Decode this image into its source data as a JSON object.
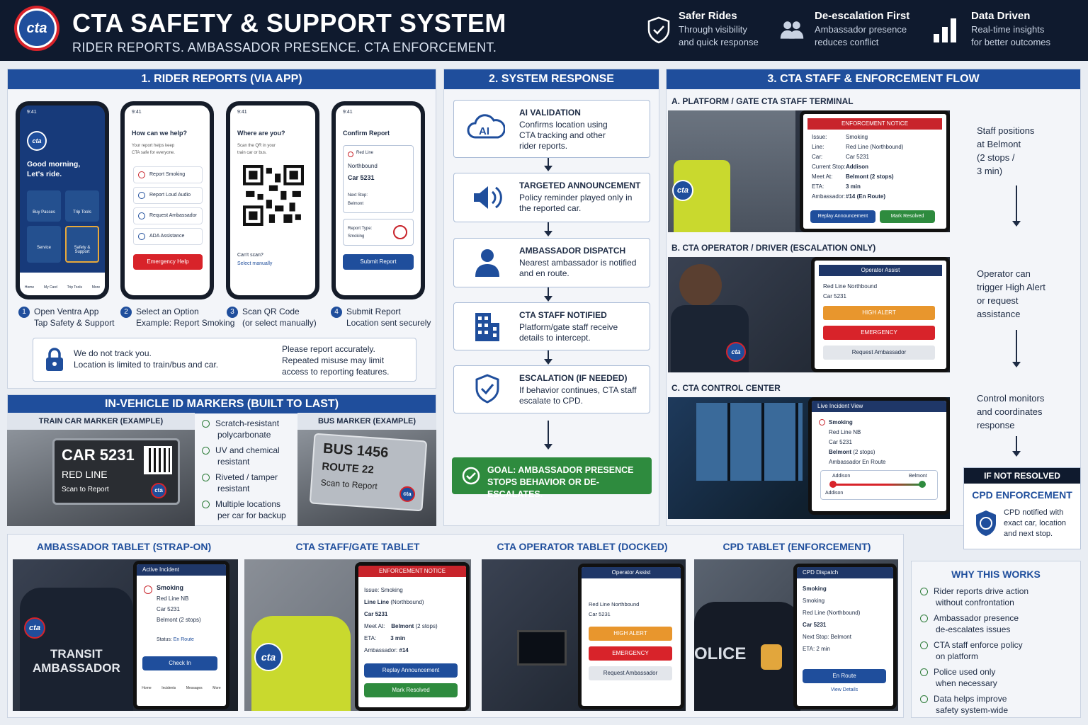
{
  "header": {
    "logo": "cta",
    "title": "CTA SAFETY & SUPPORT SYSTEM",
    "subtitle": "RIDER REPORTS. AMBASSADOR PRESENCE. CTA ENFORCEMENT.",
    "pillars": [
      {
        "icon": "shield-check-icon",
        "title": "Safer Rides",
        "line1": "Through visibility",
        "line2": "and quick response"
      },
      {
        "icon": "people-icon",
        "title": "De-escalation First",
        "line1": "Ambassador presence",
        "line2": "reduces conflict"
      },
      {
        "icon": "bar-chart-icon",
        "title": "Data Driven",
        "line1": "Real-time insights",
        "line2": "for better outcomes"
      }
    ]
  },
  "rider_reports": {
    "heading": "1. RIDER REPORTS (VIA APP)",
    "phone1": {
      "time": "9:41",
      "logo": "cta",
      "greeting1": "Good morning,",
      "greeting2": "Let's ride.",
      "tiles": [
        "Buy Passes",
        "Trip Tools",
        "Service",
        "Safety & Support"
      ],
      "nav": [
        "Home",
        "My Card",
        "Trip Tools",
        "More"
      ]
    },
    "phone2": {
      "time": "9:41",
      "title": "How can we help?",
      "desc1": "Your report helps keep",
      "desc2": "CTA safe for everyone.",
      "options": [
        "Report Smoking",
        "Report Loud Audio",
        "Request Ambassador",
        "ADA Assistance"
      ],
      "emergency": "Emergency Help"
    },
    "phone3": {
      "time": "9:41",
      "title": "Where are you?",
      "desc1": "Scan the QR in your",
      "desc2": "train car or bus.",
      "cant": "Can't scan?",
      "manual": "Select manually"
    },
    "phone4": {
      "time": "9:41",
      "title": "Confirm Report",
      "line": "Red Line",
      "dir": "Northbound",
      "car": "Car 5231",
      "next_label": "Next Stop:",
      "next": "Belmont",
      "type_label": "Report Type:",
      "type": "Smoking",
      "submit": "Submit Report"
    },
    "steps": [
      {
        "n": "1",
        "title": "Open Ventra App",
        "desc": "Tap Safety & Support"
      },
      {
        "n": "2",
        "title": "Select an Option",
        "desc": "Example: Report Smoking"
      },
      {
        "n": "3",
        "title": "Scan QR Code",
        "desc": "(or select manually)"
      },
      {
        "n": "4",
        "title": "Submit Report",
        "desc": "Location sent securely"
      }
    ],
    "privacy1": "We do not track you.",
    "privacy2": "Location is limited to train/bus and car.",
    "warn1": "Please report accurately.",
    "warn2": "Repeated misuse may limit",
    "warn3": "access to reporting features."
  },
  "markers": {
    "heading": "IN-VEHICLE ID MARKERS (BUILT TO LAST)",
    "train_label": "TRAIN CAR MARKER (EXAMPLE)",
    "train_car": "CAR 5231",
    "train_line": "RED LINE",
    "train_scan": "Scan to Report",
    "bus_label": "BUS MARKER (EXAMPLE)",
    "bus_num": "BUS 1456",
    "bus_route": "ROUTE 22",
    "bus_scan": "Scan to Report",
    "features": [
      [
        "Scratch-resistant",
        "polycarbonate"
      ],
      [
        "UV and chemical",
        "resistant"
      ],
      [
        "Riveted / tamper",
        "resistant"
      ],
      [
        "Multiple locations",
        "per car for backup"
      ]
    ]
  },
  "system": {
    "heading": "2. SYSTEM RESPONSE",
    "steps": [
      {
        "icon": "ai-cloud-icon",
        "title": "AI VALIDATION",
        "l1": "Confirms location using",
        "l2": "CTA tracking and other",
        "l3": "rider reports."
      },
      {
        "icon": "speaker-icon",
        "title": "TARGETED ANNOUNCEMENT",
        "l1": "Policy reminder played only in",
        "l2": "the reported car.",
        "l3": ""
      },
      {
        "icon": "person-icon",
        "title": "AMBASSADOR DISPATCH",
        "l1": "Nearest ambassador is notified",
        "l2": "and en route.",
        "l3": ""
      },
      {
        "icon": "building-icon",
        "title": "CTA STAFF NOTIFIED",
        "l1": "Platform/gate staff receive",
        "l2": "details to intercept.",
        "l3": ""
      },
      {
        "icon": "shield-icon",
        "title": "ESCALATION (IF NEEDED)",
        "l1": "If behavior continues, CTA staff",
        "l2": "escalate to CPD.",
        "l3": ""
      }
    ],
    "goal1": "GOAL: AMBASSADOR PRESENCE",
    "goal2": "STOPS BEHAVIOR OR DE-ESCALATES."
  },
  "staff_flow": {
    "heading": "3. CTA STAFF & ENFORCEMENT FLOW",
    "a": {
      "label": "A. PLATFORM / GATE CTA STAFF TERMINAL",
      "notice": "ENFORCEMENT NOTICE",
      "rows": [
        [
          "Issue:",
          "Smoking"
        ],
        [
          "Line:",
          "Red Line (Northbound)"
        ],
        [
          "Car:",
          "Car 5231"
        ],
        [
          "Current Stop:",
          "Addison"
        ],
        [
          "Meet At:",
          "Belmont (2 stops)"
        ],
        [
          "ETA:",
          "3 min"
        ],
        [
          "Ambassador:",
          "#14 (En Route)"
        ]
      ],
      "btn1": "Replay Announcement",
      "btn2": "Mark Resolved",
      "side": [
        "Staff positions",
        "at Belmont",
        "(2 stops /",
        "3 min)"
      ],
      "vest": "cta"
    },
    "b": {
      "label": "B. CTA OPERATOR / DRIVER (ESCALATION ONLY)",
      "title": "Operator Assist",
      "line": "Red Line Northbound",
      "car": "Car 5231",
      "high": "HIGH ALERT",
      "emergency": "EMERGENCY",
      "request": "Request Ambassador",
      "side": [
        "Operator can",
        "trigger High Alert",
        "or request",
        "assistance"
      ],
      "patch": "cta"
    },
    "c": {
      "label": "C. CTA CONTROL CENTER",
      "title": "Live Incident View",
      "issue": "Smoking",
      "line": "Red Line NB",
      "car": "Car 5231",
      "stop": "Belmont",
      "stop_note": "(2 stops)",
      "amb": "Ambassador En Route",
      "from": "Addison",
      "to": "Belmont",
      "from2": "Addison",
      "side": [
        "Control monitors",
        "and coordinates",
        "response"
      ]
    },
    "cpd": {
      "badge": "IF NOT RESOLVED",
      "title": "CPD ENFORCEMENT",
      "l1": "CPD notified with",
      "l2": "exact car, location",
      "l3": "and next stop."
    }
  },
  "tablets": [
    {
      "heading": "AMBASSADOR TABLET (STRAP-ON)",
      "bar": "Active Incident",
      "issue": "Smoking",
      "line": "Red Line NB",
      "car": "Car 5231",
      "stop": "Belmont (2 stops)",
      "status_label": "Status:",
      "status": "En Route",
      "btn": "Check In",
      "nav": [
        "Home",
        "Incidents",
        "Messages",
        "More"
      ],
      "jacket1": "TRANSIT",
      "jacket2": "AMBASSADOR",
      "logo": "cta"
    },
    {
      "heading": "CTA STAFF/GATE TABLET",
      "bar": "ENFORCEMENT NOTICE",
      "issue_label": "Issue:",
      "issue": "Smoking",
      "line": "Line Line",
      "line_dir": "(Northbound)",
      "car": "Car  5231",
      "meet_label": "Meet At:",
      "meet": "Belmont",
      "meet_note": "(2 stops)",
      "eta_label": "ETA:",
      "eta": "3 min",
      "amb_label": "Ambassador:",
      "amb": "#14",
      "btn1": "Replay Announcement",
      "btn2": "Mark Resolved",
      "vest": "cta"
    },
    {
      "heading": "CTA OPERATOR TABLET (DOCKED)",
      "bar": "Operator Assist",
      "line": "Red Line Northbound",
      "car": "Car 5231",
      "high": "HIGH ALERT",
      "emergency": "EMERGENCY",
      "request": "Request Ambassador"
    },
    {
      "heading": "CPD TABLET (ENFORCEMENT)",
      "bar": "CPD Dispatch",
      "title": "Smoking",
      "issue": "Smoking",
      "line": "Red Line (Northbound)",
      "car": "Car 5231",
      "next_label": "Next Stop:",
      "next": "Belmont",
      "eta_label": "ETA:",
      "eta": "2 min",
      "btn": "En Route",
      "link": "View Details",
      "police": "OLICE"
    }
  ],
  "why": {
    "heading": "WHY THIS WORKS",
    "items": [
      [
        "Rider reports drive action",
        "without confrontation"
      ],
      [
        "Ambassador presence",
        "de-escalates issues"
      ],
      [
        "CTA staff enforce policy",
        "on platform"
      ],
      [
        "Police used only",
        "when necessary"
      ],
      [
        "Data helps improve",
        "safety system-wide"
      ]
    ]
  },
  "colors": {
    "navy": "#0f1a2e",
    "blue": "#1f4e9c",
    "red": "#d8232a",
    "green": "#2e8b3e",
    "orange": "#e8962d"
  }
}
